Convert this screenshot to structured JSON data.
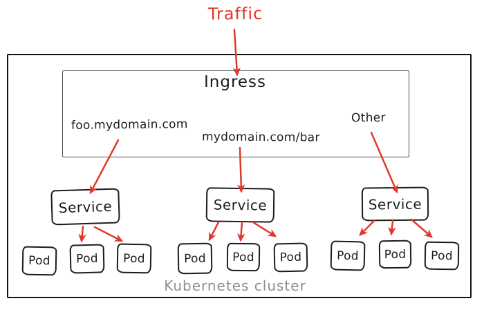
{
  "diagram": {
    "traffic_label": "Traffic",
    "cluster_label": "Kubernetes cluster",
    "ingress": {
      "title": "Ingress",
      "rules": {
        "host": "foo.mydomain.com",
        "path": "mydomain.com/bar",
        "other": "Other"
      }
    },
    "services": [
      {
        "label": "Service",
        "pods": [
          "Pod",
          "Pod",
          "Pod"
        ]
      },
      {
        "label": "Service",
        "pods": [
          "Pod",
          "Pod",
          "Pod"
        ]
      },
      {
        "label": "Service",
        "pods": [
          "Pod",
          "Pod",
          "Pod"
        ]
      }
    ],
    "colors": {
      "arrow": "#e0392b",
      "traffic_text": "#de3826",
      "box_border": "#1c1c1c",
      "outer_border": "#131313",
      "ingress_border": "#4d4d4d",
      "cluster_text": "#8e8e8e"
    }
  }
}
